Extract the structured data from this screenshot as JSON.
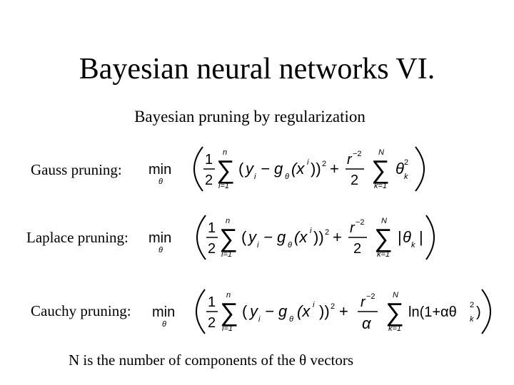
{
  "slide": {
    "title": "Bayesian neural networks VI.",
    "subtitle": "Bayesian pruning by regularization",
    "footnote": "N is the number of components of the θ vectors"
  },
  "formulas": {
    "min_op": "min",
    "min_sub": "θ",
    "half_num": "1",
    "half_den": "2",
    "sum_upper_first": "n",
    "sum_index_first": "i=1",
    "sum_upper_second": "N",
    "sum_index_second": "k=1",
    "residual_open": "(",
    "y_var": "y",
    "y_sub": "i",
    "minus_g": "− g",
    "g_sub": "θ",
    "x_paren": "(x",
    "x_sup": "i",
    "close_sq": "))",
    "square": "2",
    "plus": "+",
    "r_sq": "r",
    "r_exp": "−2",
    "gauss": {
      "label": "Gauss pruning:",
      "penalty_den": "2",
      "theta": "θ",
      "theta_sub": "k",
      "theta_sup": "2"
    },
    "laplace": {
      "label": "Laplace pruning:",
      "penalty_den": "2",
      "abs_open": "|",
      "theta": "θ",
      "theta_sub": "k",
      "abs_close": "|"
    },
    "cauchy": {
      "label": "Cauchy pruning:",
      "penalty_den": "α",
      "log_term": "ln(1+αθ",
      "theta_sub": "k",
      "theta_sup": "2",
      "log_close": ")"
    }
  }
}
